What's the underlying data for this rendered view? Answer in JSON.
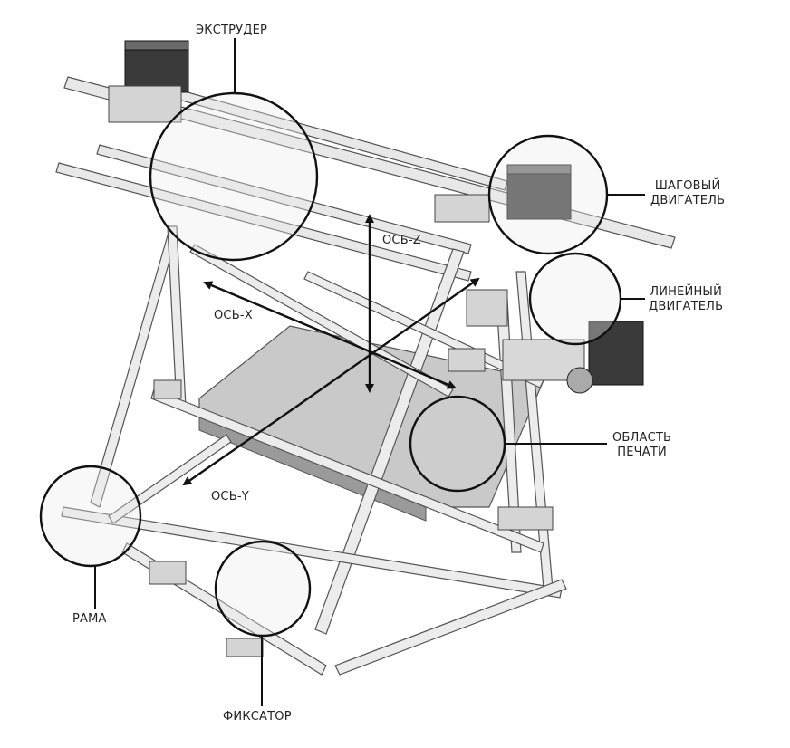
{
  "diagram": {
    "subject": "3D printer (RepRap Prusa Mendel) isometric illustration",
    "labels": {
      "extruder": "ЭКСТРУДЕР",
      "stepper_motor_line1": "ШАГОВЫЙ",
      "stepper_motor_line2": "ДВИГАТЕЛЬ",
      "linear_motor_line1": "ЛИНЕЙНЫЙ",
      "linear_motor_line2": "ДВИГАТЕЛЬ",
      "print_area_line1": "ОБЛАСТЬ",
      "print_area_line2": "ПЕЧАТИ",
      "frame": "РАМА",
      "clamp": "ФИКСАТОР"
    },
    "axes": {
      "x": "ОСЬ-X",
      "y": "ОСЬ-Y",
      "z": "ОСЬ-Z"
    },
    "colors": {
      "line": "#111111",
      "rod": "#e4e4e4",
      "bed": "#c8c8c8",
      "motor": "#3a3a3a",
      "part": "#cfcfcf"
    }
  }
}
